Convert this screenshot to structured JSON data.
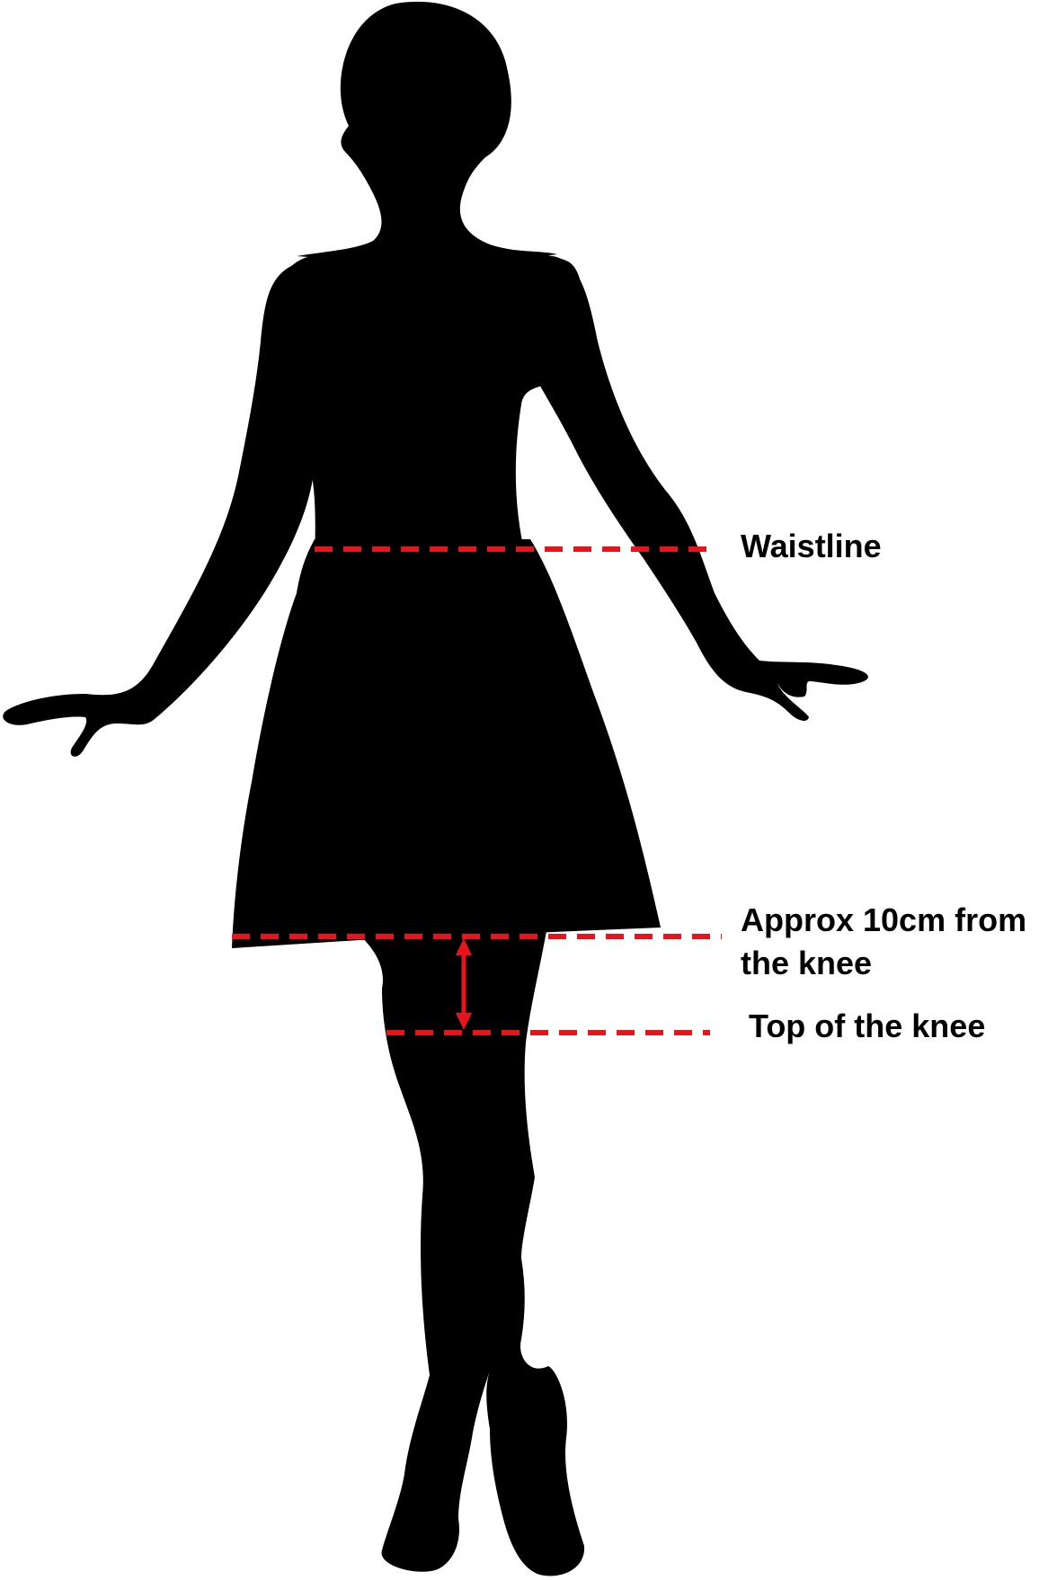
{
  "colors": {
    "silhouette": "#000000",
    "guide_line": "#e8141b",
    "background": "#ffffff"
  },
  "labels": {
    "waistline": "Waistline",
    "hem_line_1": "Approx 10cm from",
    "hem_line_2": "the knee",
    "knee": "Top of the knee"
  },
  "icons": {
    "silhouette": "woman-in-dress-silhouette-icon",
    "arrow": "double-headed-arrow-icon"
  }
}
